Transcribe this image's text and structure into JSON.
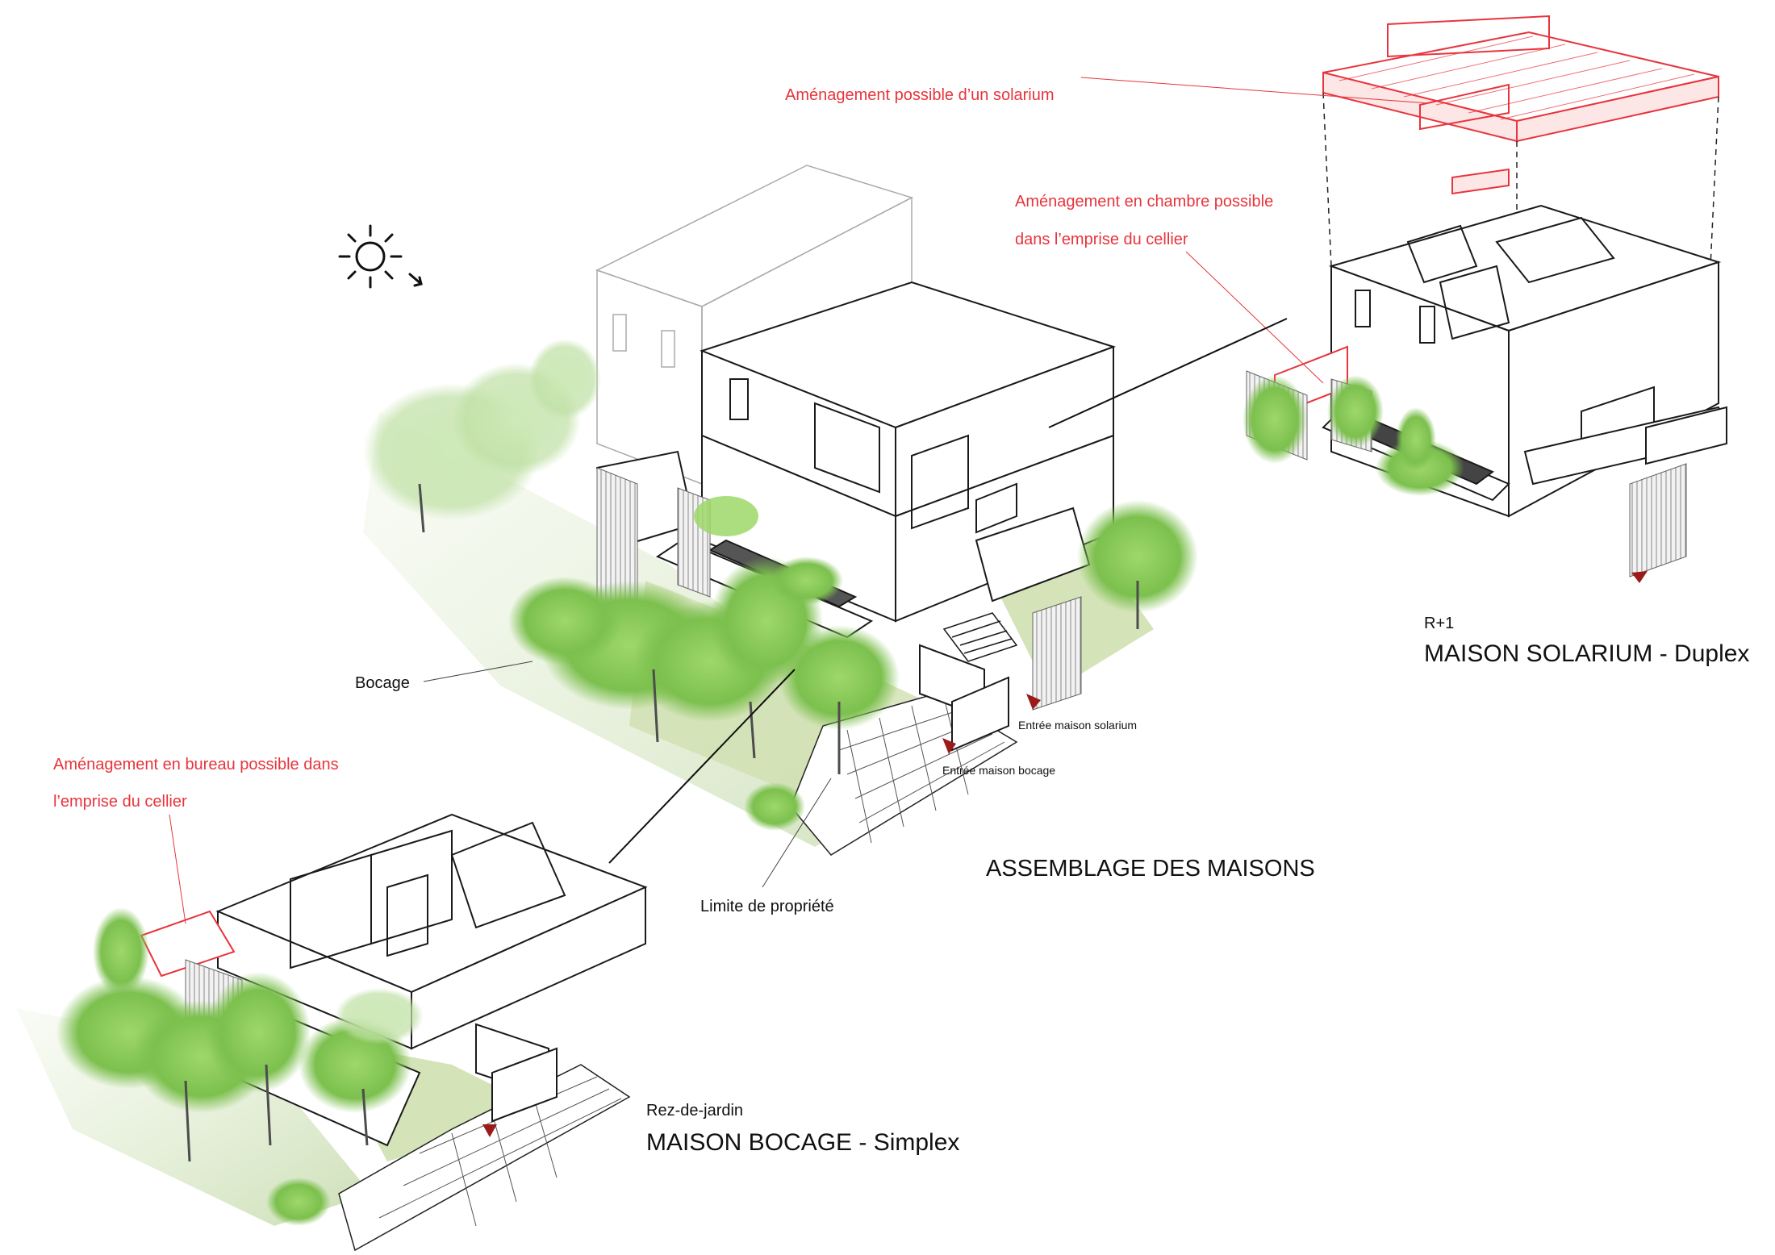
{
  "annotations": {
    "solarium": "Aménagement possible d’un solarium",
    "chambre_line1": "Aménagement en chambre possible",
    "chambre_line2": "dans l’emprise du cellier",
    "bureau_line1": "Aménagement en bureau possible dans",
    "bureau_line2": "l’emprise du cellier",
    "bocage": "Bocage",
    "limite": "Limite de propriété",
    "entree_solarium": "Entrée maison solarium",
    "entree_bocage": "Entrée maison bocage"
  },
  "titles": {
    "assemblage": "ASSEMBLAGE DES MAISONS",
    "solarium_level": "R+1",
    "solarium_house": "MAISON SOLARIUM - Duplex",
    "bocage_level": "Rez-de-jardin",
    "bocage_house": "MAISON BOCAGE - Simplex"
  },
  "colors": {
    "accent_red": "#e8343c",
    "line": "#1a1a1a",
    "foliage": "#8ccf5a",
    "ground": "#cfe0b0",
    "entry_marker": "#9b1b1b"
  },
  "icons": {
    "sun": "sun-icon"
  }
}
